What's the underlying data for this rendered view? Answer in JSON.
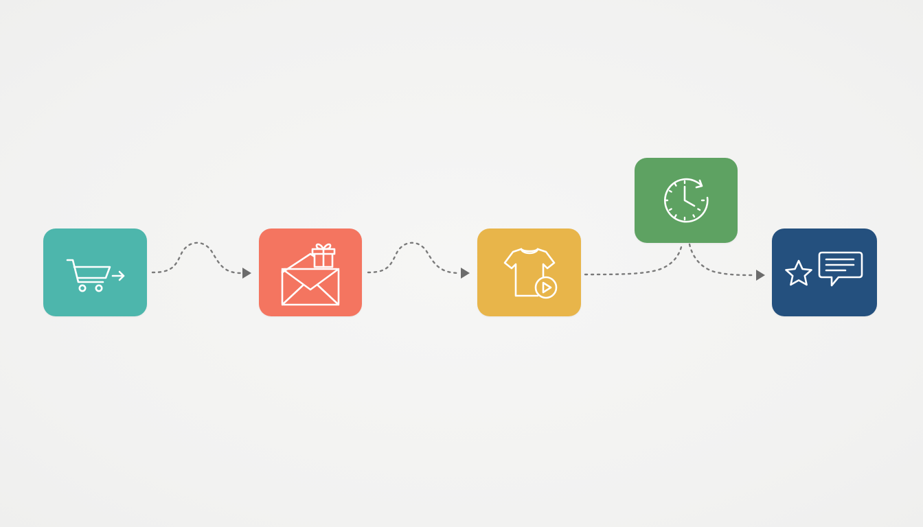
{
  "flow": {
    "steps": [
      {
        "id": "cart-abandon",
        "icon": "shopping-cart-arrow-icon",
        "color": "#4db6ac"
      },
      {
        "id": "gift-email",
        "icon": "envelope-gift-icon",
        "color": "#f47560"
      },
      {
        "id": "product-video",
        "icon": "tshirt-play-icon",
        "color": "#e8b54a"
      },
      {
        "id": "wait-reminder",
        "icon": "clock-refresh-icon",
        "color": "#5ea262"
      },
      {
        "id": "review-request",
        "icon": "star-chat-icon",
        "color": "#24507e"
      }
    ],
    "connector_color": "#777777",
    "connector_style": "dotted"
  }
}
